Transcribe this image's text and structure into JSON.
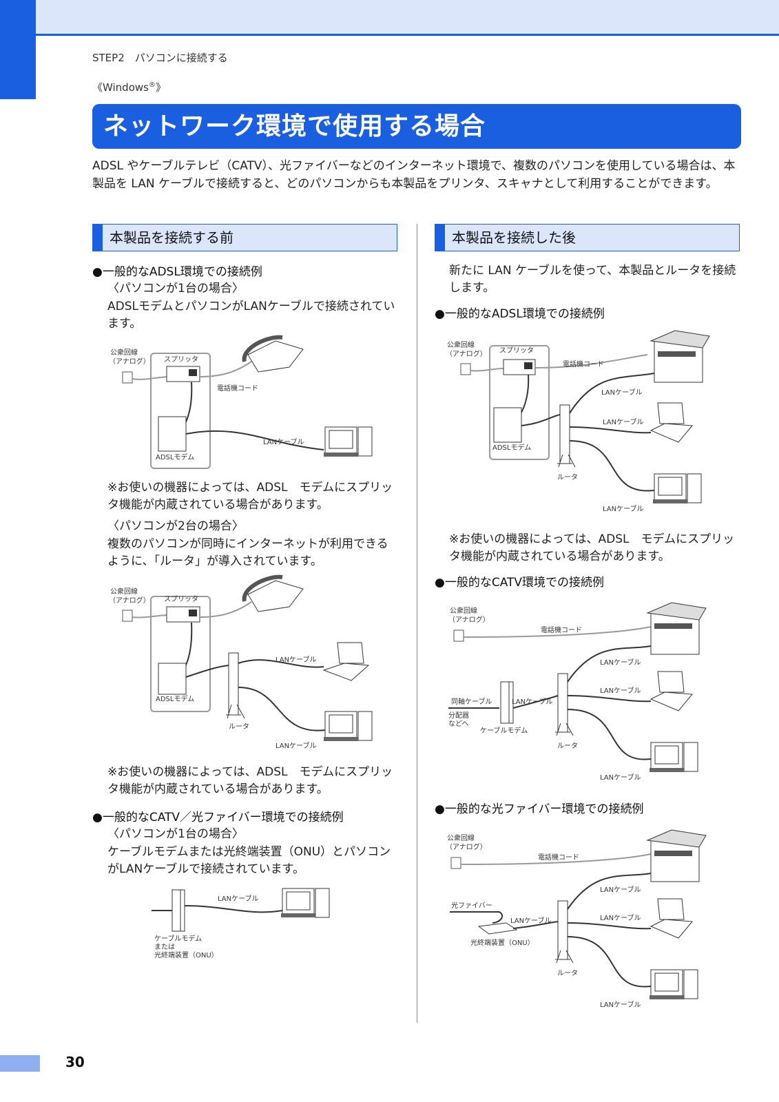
{
  "header": {
    "step": "STEP2　パソコンに接続する",
    "os_label": "《Windows",
    "os_reg": "®",
    "os_close": "》"
  },
  "banner": {
    "title": "ネットワーク環境で使用する場合"
  },
  "intro": "ADSL やケーブルテレビ（CATV）、光ファイバーなどのインターネット環境で、複数のパソコンを使用している場合は、本製品を LAN ケーブルで接続すると、どのパソコンからも本製品をプリンタ、スキャナとして利用することができます。",
  "left": {
    "heading": "本製品を接続する前",
    "b1": "●一般的なADSL環境での接続例",
    "b1_sub1": "〈パソコンが1台の場合〉",
    "b1_text1": "ADSLモデムとパソコンがLANケーブルで接続されています。",
    "note1": "※お使いの機器によっては、ADSL　モデムにスプリッタ機能が内蔵されている場合があります。",
    "b1_sub2": "〈パソコンが2台の場合〉",
    "b1_text2": "複数のパソコンが同時にインターネットが利用できるように、「ルータ」が導入されています。",
    "note2": "※お使いの機器によっては、ADSL　モデムにスプリッタ機能が内蔵されている場合があります。",
    "b2": "●一般的なCATV／光ファイバー環境での接続例",
    "b2_sub": "〈パソコンが1台の場合〉",
    "b2_text": "ケーブルモデムまたは光終端装置（ONU）とパソコンがLANケーブルで接続されています。"
  },
  "right": {
    "heading": "本製品を接続した後",
    "intro": "新たに LAN ケーブルを使って、本製品とルータを接続します。",
    "b1": "●一般的なADSL環境での接続例",
    "note1": "※お使いの機器によっては、ADSL　モデムにスプリッタ機能が内蔵されている場合があります。",
    "b2": "●一般的なCATV環境での接続例",
    "b3": "●一般的な光ファイバー環境での接続例"
  },
  "labels": {
    "koushu1": "公衆回線",
    "koushu2": "（アナログ）",
    "splitter": "スプリッタ",
    "denwa": "電話機コード",
    "lan": "LANケーブル",
    "adsl_modem": "ADSLモデム",
    "router": "ルータ",
    "douji": "同軸ケーブル",
    "bunpai1": "分配器",
    "bunpai2": "などへ",
    "cable_modem": "ケーブルモデム",
    "hikari": "光ファイバー",
    "onu": "光終端装置（ONU）",
    "cm_or_onu1": "ケーブルモデム",
    "cm_or_onu2": "または",
    "cm_or_onu3": "光終端装置（ONU）"
  },
  "page_number": "30",
  "colors": {
    "accent": "#1a5fe0",
    "light": "#dbe6fa"
  }
}
